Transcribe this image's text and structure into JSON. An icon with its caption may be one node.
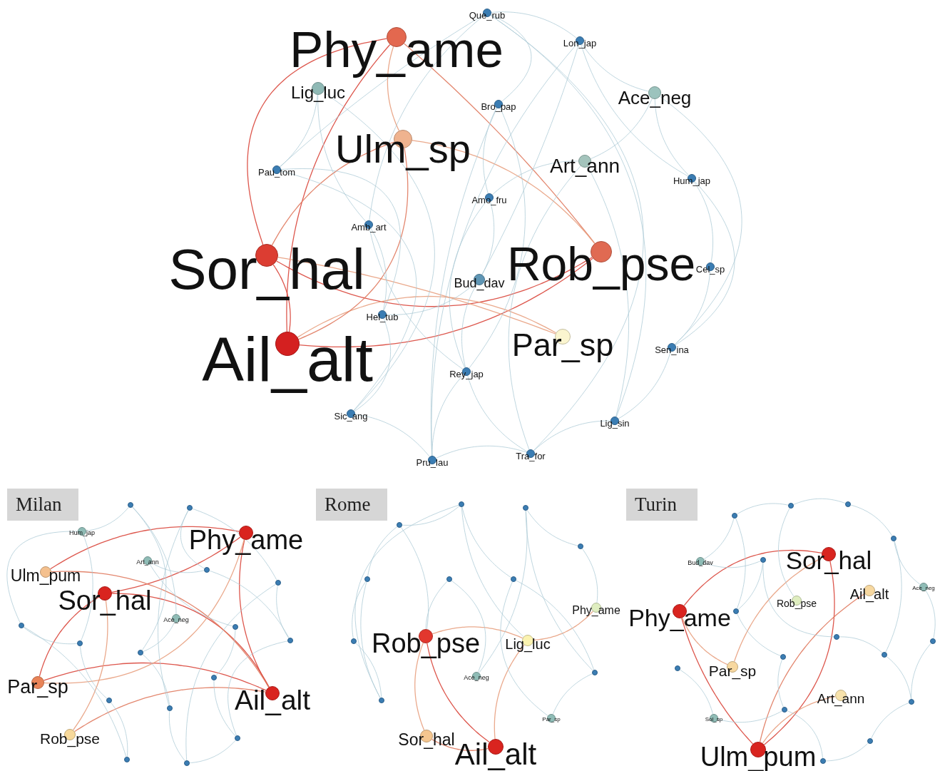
{
  "diagram": {
    "nodes": [
      {
        "text": [
          "Que_rub"
        ]
      },
      {
        "text": [
          "Phy_ame"
        ]
      },
      {
        "text": [
          "Lon_jap"
        ]
      },
      {
        "text": [
          "Lig_luc"
        ]
      },
      {
        "text": [
          "Ace_neg"
        ]
      },
      {
        "text": [
          "Bro_pap"
        ]
      },
      {
        "text": [
          "Ulm_sp"
        ]
      },
      {
        "text": [
          "Art_ann"
        ]
      },
      {
        "text": [
          "Pau_tom"
        ]
      },
      {
        "text": [
          "Hum_jap"
        ]
      },
      {
        "text": [
          "Amo_fru"
        ]
      },
      {
        "text": [
          "Amb_art"
        ]
      },
      {
        "text": [
          "Sor_hal"
        ]
      },
      {
        "text": [
          "Rob_pse"
        ]
      },
      {
        "text": [
          "Bud_dav"
        ]
      },
      {
        "text": [
          "Cel_sp"
        ]
      },
      {
        "text": [
          "Hel_tub"
        ]
      },
      {
        "text": [
          "Ail_alt"
        ]
      },
      {
        "text": [
          "Par_sp"
        ]
      },
      {
        "text": [
          "Sen_ina"
        ]
      },
      {
        "text": [
          "Rey_jap"
        ]
      },
      {
        "text": [
          "Sic_ang"
        ]
      },
      {
        "text": [
          "Lig_sin"
        ]
      },
      {
        "text": [
          "Pru_lau"
        ]
      },
      {
        "text": [
          "Tra_for"
        ]
      },
      {
        "text": [
          "Milan"
        ]
      },
      {
        "text": [],
        "shape": "circle"
      },
      {
        "text": [],
        "shape": "circle"
      },
      {
        "text": [
          "Hum_jap"
        ]
      },
      {
        "text": [
          "Phy_ame"
        ]
      },
      {
        "text": [
          "Art_ann"
        ]
      },
      {
        "text": [],
        "shape": "circle"
      },
      {
        "text": [
          "Ulm_pum"
        ]
      },
      {
        "text": [],
        "shape": "circle"
      },
      {
        "text": [
          "Sor_hal"
        ]
      },
      {
        "text": [
          "Ace_neg"
        ]
      },
      {
        "text": [],
        "shape": "circle"
      },
      {
        "text": [],
        "shape": "circle"
      },
      {
        "text": [],
        "shape": "circle"
      },
      {
        "text": [],
        "shape": "circle"
      },
      {
        "text": [],
        "shape": "circle"
      },
      {
        "text": [],
        "shape": "circle"
      },
      {
        "text": [
          "Par_sp"
        ]
      },
      {
        "text": [
          "Ail_alt"
        ]
      },
      {
        "text": [],
        "shape": "circle"
      },
      {
        "text": [],
        "shape": "circle"
      },
      {
        "text": [
          "Rob_pse"
        ]
      },
      {
        "text": [],
        "shape": "circle"
      },
      {
        "text": [],
        "shape": "circle"
      },
      {
        "text": [],
        "shape": "circle"
      },
      {
        "text": [
          "Rome"
        ]
      },
      {
        "text": [],
        "shape": "circle"
      },
      {
        "text": [],
        "shape": "circle"
      },
      {
        "text": [],
        "shape": "circle"
      },
      {
        "text": [],
        "shape": "circle"
      },
      {
        "text": [],
        "shape": "circle"
      },
      {
        "text": [],
        "shape": "circle"
      },
      {
        "text": [],
        "shape": "circle"
      },
      {
        "text": [
          "Phy_ame"
        ]
      },
      {
        "text": [
          "Rob_pse"
        ]
      },
      {
        "text": [
          "Lig_luc"
        ]
      },
      {
        "text": [],
        "shape": "circle"
      },
      {
        "text": [],
        "shape": "circle"
      },
      {
        "text": [
          "Ace_neg"
        ]
      },
      {
        "text": [],
        "shape": "circle"
      },
      {
        "text": [
          "Par_sp"
        ]
      },
      {
        "text": [
          "Sor_hal"
        ]
      },
      {
        "text": [
          "Ail_alt"
        ]
      },
      {
        "text": [
          "Turin"
        ]
      },
      {
        "text": [],
        "shape": "circle"
      },
      {
        "text": [],
        "shape": "circle"
      },
      {
        "text": [],
        "shape": "circle"
      },
      {
        "text": [],
        "shape": "circle"
      },
      {
        "text": [
          "Sor_hal"
        ]
      },
      {
        "text": [],
        "shape": "circle"
      },
      {
        "text": [
          "Bud_dav"
        ]
      },
      {
        "text": [
          "Ace_neg"
        ]
      },
      {
        "text": [
          "Ail_alt"
        ]
      },
      {
        "text": [
          "Rob_pse"
        ]
      },
      {
        "text": [
          "Phy_ame"
        ]
      },
      {
        "text": [],
        "shape": "circle"
      },
      {
        "text": [],
        "shape": "circle"
      },
      {
        "text": [],
        "shape": "circle"
      },
      {
        "text": [],
        "shape": "circle"
      },
      {
        "text": [],
        "shape": "circle"
      },
      {
        "text": [
          "Par_sp"
        ]
      },
      {
        "text": [],
        "shape": "circle"
      },
      {
        "text": [
          "Art_ann"
        ]
      },
      {
        "text": [],
        "shape": "circle"
      },
      {
        "text": [],
        "shape": "circle"
      },
      {
        "text": [
          "Sol_sp"
        ]
      },
      {
        "text": [],
        "shape": "circle"
      },
      {
        "text": [
          "Ulm_pum"
        ]
      },
      {
        "text": [],
        "shape": "circle"
      }
    ],
    "edges": [
      {
        "from": 1,
        "to": 12,
        "arrow": "none",
        "color": "#d9453a"
      },
      {
        "from": 1,
        "to": 17,
        "arrow": "none",
        "color": "#d9453a"
      },
      {
        "from": 1,
        "to": 13,
        "arrow": "none",
        "color": "#e07a5f"
      },
      {
        "from": 1,
        "to": 6,
        "arrow": "none",
        "color": "#e8a07f"
      },
      {
        "from": 12,
        "to": 17,
        "arrow": "none",
        "color": "#d9453a"
      },
      {
        "from": 12,
        "to": 13,
        "arrow": "none",
        "color": "#d9453a"
      },
      {
        "from": 17,
        "to": 13,
        "arrow": "none",
        "color": "#d9453a"
      },
      {
        "from": 17,
        "to": 18,
        "arrow": "none",
        "color": "#e8a07f"
      },
      {
        "from": 12,
        "to": 18,
        "arrow": "none",
        "color": "#e8a07f"
      },
      {
        "from": 6,
        "to": 12,
        "arrow": "none",
        "color": "#e07a5f"
      },
      {
        "from": 6,
        "to": 17,
        "arrow": "none",
        "color": "#e07a5f"
      },
      {
        "from": 6,
        "to": 13,
        "arrow": "none",
        "color": "#e8a07f"
      },
      {
        "from": 0,
        "to": 2,
        "arrow": "none"
      },
      {
        "from": 0,
        "to": 5,
        "arrow": "none"
      },
      {
        "from": 0,
        "to": 8,
        "arrow": "none"
      },
      {
        "from": 0,
        "to": 11,
        "arrow": "none"
      },
      {
        "from": 0,
        "to": 22,
        "arrow": "none"
      },
      {
        "from": 2,
        "to": 4,
        "arrow": "none"
      },
      {
        "from": 2,
        "to": 9,
        "arrow": "none"
      },
      {
        "from": 2,
        "to": 14,
        "arrow": "none"
      },
      {
        "from": 3,
        "to": 8,
        "arrow": "none"
      },
      {
        "from": 3,
        "to": 11,
        "arrow": "none"
      },
      {
        "from": 4,
        "to": 7,
        "arrow": "none"
      },
      {
        "from": 4,
        "to": 9,
        "arrow": "none"
      },
      {
        "from": 4,
        "to": 19,
        "arrow": "none"
      },
      {
        "from": 5,
        "to": 10,
        "arrow": "none"
      },
      {
        "from": 5,
        "to": 20,
        "arrow": "none"
      },
      {
        "from": 7,
        "to": 10,
        "arrow": "none"
      },
      {
        "from": 7,
        "to": 22,
        "arrow": "none"
      },
      {
        "from": 8,
        "to": 21,
        "arrow": "none"
      },
      {
        "from": 9,
        "to": 15,
        "arrow": "none"
      },
      {
        "from": 9,
        "to": 19,
        "arrow": "none"
      },
      {
        "from": 10,
        "to": 14,
        "arrow": "none"
      },
      {
        "from": 11,
        "to": 16,
        "arrow": "none"
      },
      {
        "from": 14,
        "to": 16,
        "arrow": "none"
      },
      {
        "from": 14,
        "to": 20,
        "arrow": "none"
      },
      {
        "from": 15,
        "to": 19,
        "arrow": "none"
      },
      {
        "from": 16,
        "to": 21,
        "arrow": "none"
      },
      {
        "from": 19,
        "to": 22,
        "arrow": "none"
      },
      {
        "from": 20,
        "to": 23,
        "arrow": "none"
      },
      {
        "from": 21,
        "to": 23,
        "arrow": "none"
      },
      {
        "from": 22,
        "to": 24,
        "arrow": "none"
      },
      {
        "from": 23,
        "to": 24,
        "arrow": "none"
      },
      {
        "from": 20,
        "to": 24,
        "arrow": "none"
      },
      {
        "from": 10,
        "to": 20,
        "arrow": "none"
      },
      {
        "from": 5,
        "to": 23,
        "arrow": "none"
      },
      {
        "from": 3,
        "to": 21,
        "arrow": "none"
      },
      {
        "from": 7,
        "to": 24,
        "arrow": "none"
      },
      {
        "from": 8,
        "to": 16,
        "arrow": "none"
      },
      {
        "from": 11,
        "to": 20,
        "arrow": "none"
      },
      {
        "from": 0,
        "to": 24,
        "arrow": "none"
      },
      {
        "from": 2,
        "to": 23,
        "arrow": "none"
      },
      {
        "from": 29,
        "to": 34,
        "arrow": "none",
        "color": "#d9453a"
      },
      {
        "from": 29,
        "to": 43,
        "arrow": "none",
        "color": "#d9453a"
      },
      {
        "from": 34,
        "to": 43,
        "arrow": "none",
        "color": "#d9453a"
      },
      {
        "from": 34,
        "to": 42,
        "arrow": "none",
        "color": "#d9453a"
      },
      {
        "from": 42,
        "to": 43,
        "arrow": "none",
        "color": "#d9453a"
      },
      {
        "from": 32,
        "to": 43,
        "arrow": "none",
        "color": "#e07a5f"
      },
      {
        "from": 46,
        "to": 43,
        "arrow": "none",
        "color": "#e07a5f"
      },
      {
        "from": 42,
        "to": 29,
        "arrow": "none",
        "color": "#e8a07f"
      },
      {
        "from": 32,
        "to": 29,
        "arrow": "none",
        "color": "#d9453a"
      },
      {
        "from": 34,
        "to": 46,
        "arrow": "none",
        "color": "#e8a07f"
      },
      {
        "from": 26,
        "to": 28,
        "arrow": "none"
      },
      {
        "from": 26,
        "to": 35,
        "arrow": "none"
      },
      {
        "from": 27,
        "to": 33,
        "arrow": "none"
      },
      {
        "from": 27,
        "to": 31,
        "arrow": "none"
      },
      {
        "from": 28,
        "to": 36,
        "arrow": "none"
      },
      {
        "from": 30,
        "to": 31,
        "arrow": "none"
      },
      {
        "from": 31,
        "to": 38,
        "arrow": "none"
      },
      {
        "from": 33,
        "to": 38,
        "arrow": "none"
      },
      {
        "from": 35,
        "to": 40,
        "arrow": "none"
      },
      {
        "from": 36,
        "to": 39,
        "arrow": "none"
      },
      {
        "from": 37,
        "to": 41,
        "arrow": "none"
      },
      {
        "from": 39,
        "to": 44,
        "arrow": "none"
      },
      {
        "from": 40,
        "to": 45,
        "arrow": "none"
      },
      {
        "from": 41,
        "to": 47,
        "arrow": "none"
      },
      {
        "from": 44,
        "to": 48,
        "arrow": "none"
      },
      {
        "from": 45,
        "to": 49,
        "arrow": "none"
      },
      {
        "from": 47,
        "to": 49,
        "arrow": "none"
      },
      {
        "from": 38,
        "to": 47,
        "arrow": "none"
      },
      {
        "from": 26,
        "to": 40,
        "arrow": "none"
      },
      {
        "from": 27,
        "to": 45,
        "arrow": "none"
      },
      {
        "from": 28,
        "to": 39,
        "arrow": "none"
      },
      {
        "from": 30,
        "to": 37,
        "arrow": "none"
      },
      {
        "from": 48,
        "to": 36,
        "arrow": "none"
      },
      {
        "from": 49,
        "to": 33,
        "arrow": "none"
      },
      {
        "from": 59,
        "to": 67,
        "arrow": "none",
        "color": "#d9453a"
      },
      {
        "from": 66,
        "to": 67,
        "arrow": "none",
        "color": "#e07a5f"
      },
      {
        "from": 58,
        "to": 60,
        "arrow": "none",
        "color": "#e8a07f"
      },
      {
        "from": 60,
        "to": 67,
        "arrow": "none",
        "color": "#e8a07f"
      },
      {
        "from": 59,
        "to": 60,
        "arrow": "none",
        "color": "#e8a07f"
      },
      {
        "from": 59,
        "to": 66,
        "arrow": "none",
        "color": "#e8a07f"
      },
      {
        "from": 51,
        "to": 53,
        "arrow": "none"
      },
      {
        "from": 51,
        "to": 57,
        "arrow": "none"
      },
      {
        "from": 51,
        "to": 64,
        "arrow": "none"
      },
      {
        "from": 52,
        "to": 54,
        "arrow": "none"
      },
      {
        "from": 52,
        "to": 62,
        "arrow": "none"
      },
      {
        "from": 53,
        "to": 55,
        "arrow": "none"
      },
      {
        "from": 53,
        "to": 59,
        "arrow": "none"
      },
      {
        "from": 55,
        "to": 61,
        "arrow": "none"
      },
      {
        "from": 55,
        "to": 64,
        "arrow": "none"
      },
      {
        "from": 56,
        "to": 63,
        "arrow": "none"
      },
      {
        "from": 57,
        "to": 62,
        "arrow": "none"
      },
      {
        "from": 57,
        "to": 65,
        "arrow": "none"
      },
      {
        "from": 61,
        "to": 64,
        "arrow": "none"
      },
      {
        "from": 62,
        "to": 65,
        "arrow": "none"
      },
      {
        "from": 54,
        "to": 58,
        "arrow": "none"
      },
      {
        "from": 56,
        "to": 59,
        "arrow": "none"
      },
      {
        "from": 52,
        "to": 63,
        "arrow": "none"
      },
      {
        "from": 51,
        "to": 60,
        "arrow": "none"
      },
      {
        "from": 73,
        "to": 79,
        "arrow": "none",
        "color": "#d9453a"
      },
      {
        "from": 73,
        "to": 92,
        "arrow": "none",
        "color": "#d9453a"
      },
      {
        "from": 79,
        "to": 92,
        "arrow": "none",
        "color": "#d9453a"
      },
      {
        "from": 79,
        "to": 85,
        "arrow": "none",
        "color": "#e8a07f"
      },
      {
        "from": 77,
        "to": 92,
        "arrow": "none",
        "color": "#e07a5f"
      },
      {
        "from": 87,
        "to": 92,
        "arrow": "none",
        "color": "#e8a07f"
      },
      {
        "from": 73,
        "to": 85,
        "arrow": "none",
        "color": "#e8a07f"
      },
      {
        "from": 69,
        "to": 70,
        "arrow": "none"
      },
      {
        "from": 69,
        "to": 72,
        "arrow": "none"
      },
      {
        "from": 70,
        "to": 71,
        "arrow": "none"
      },
      {
        "from": 71,
        "to": 75,
        "arrow": "none"
      },
      {
        "from": 72,
        "to": 76,
        "arrow": "none"
      },
      {
        "from": 74,
        "to": 80,
        "arrow": "none"
      },
      {
        "from": 75,
        "to": 74,
        "arrow": "none"
      },
      {
        "from": 76,
        "to": 82,
        "arrow": "none"
      },
      {
        "from": 80,
        "to": 84,
        "arrow": "none"
      },
      {
        "from": 81,
        "to": 83,
        "arrow": "none"
      },
      {
        "from": 82,
        "to": 88,
        "arrow": "none"
      },
      {
        "from": 83,
        "to": 88,
        "arrow": "none"
      },
      {
        "from": 84,
        "to": 89,
        "arrow": "none"
      },
      {
        "from": 86,
        "to": 90,
        "arrow": "none"
      },
      {
        "from": 88,
        "to": 91,
        "arrow": "none"
      },
      {
        "from": 89,
        "to": 93,
        "arrow": "none"
      },
      {
        "from": 90,
        "to": 89,
        "arrow": "none"
      },
      {
        "from": 91,
        "to": 93,
        "arrow": "none"
      },
      {
        "from": 74,
        "to": 81,
        "arrow": "none"
      },
      {
        "from": 71,
        "to": 80,
        "arrow": "none"
      },
      {
        "from": 70,
        "to": 78,
        "arrow": "none"
      },
      {
        "from": 72,
        "to": 83,
        "arrow": "none"
      }
    ]
  }
}
